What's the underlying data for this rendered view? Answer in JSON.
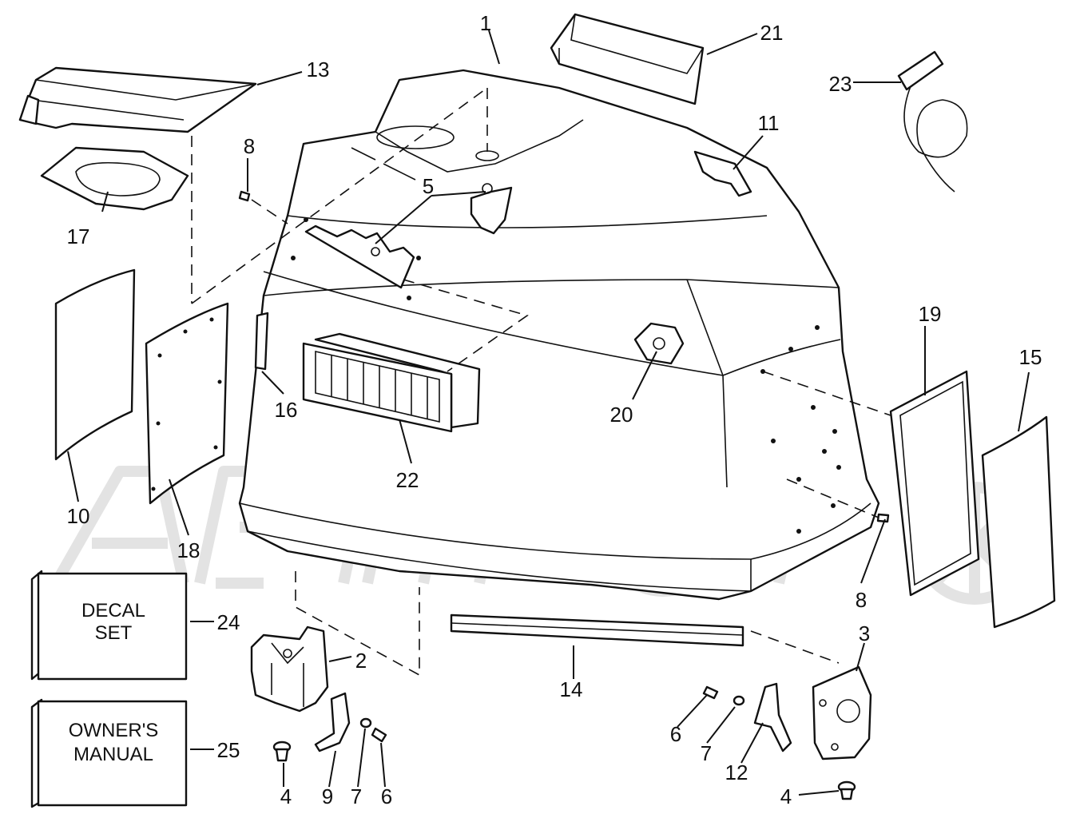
{
  "callouts": [
    {
      "id": "1",
      "label": "1"
    },
    {
      "id": "2",
      "label": "2"
    },
    {
      "id": "3",
      "label": "3"
    },
    {
      "id": "4a",
      "label": "4"
    },
    {
      "id": "4b",
      "label": "4"
    },
    {
      "id": "5",
      "label": "5"
    },
    {
      "id": "6a",
      "label": "6"
    },
    {
      "id": "6b",
      "label": "6"
    },
    {
      "id": "7a",
      "label": "7"
    },
    {
      "id": "7b",
      "label": "7"
    },
    {
      "id": "8a",
      "label": "8"
    },
    {
      "id": "8b",
      "label": "8"
    },
    {
      "id": "9",
      "label": "9"
    },
    {
      "id": "10",
      "label": "10"
    },
    {
      "id": "11",
      "label": "11"
    },
    {
      "id": "12",
      "label": "12"
    },
    {
      "id": "13",
      "label": "13"
    },
    {
      "id": "14",
      "label": "14"
    },
    {
      "id": "15",
      "label": "15"
    },
    {
      "id": "16",
      "label": "16"
    },
    {
      "id": "17",
      "label": "17"
    },
    {
      "id": "18",
      "label": "18"
    },
    {
      "id": "19",
      "label": "19"
    },
    {
      "id": "20",
      "label": "20"
    },
    {
      "id": "21",
      "label": "21"
    },
    {
      "id": "22",
      "label": "22"
    },
    {
      "id": "23",
      "label": "23"
    },
    {
      "id": "24",
      "label": "24"
    },
    {
      "id": "25",
      "label": "25"
    }
  ],
  "boxes": {
    "decal_line1": "DECAL",
    "decal_line2": "SET",
    "manual_line1": "OWNER'S",
    "manual_line2": "MANUAL"
  },
  "watermark": {
    "text": "ArtMoto"
  }
}
